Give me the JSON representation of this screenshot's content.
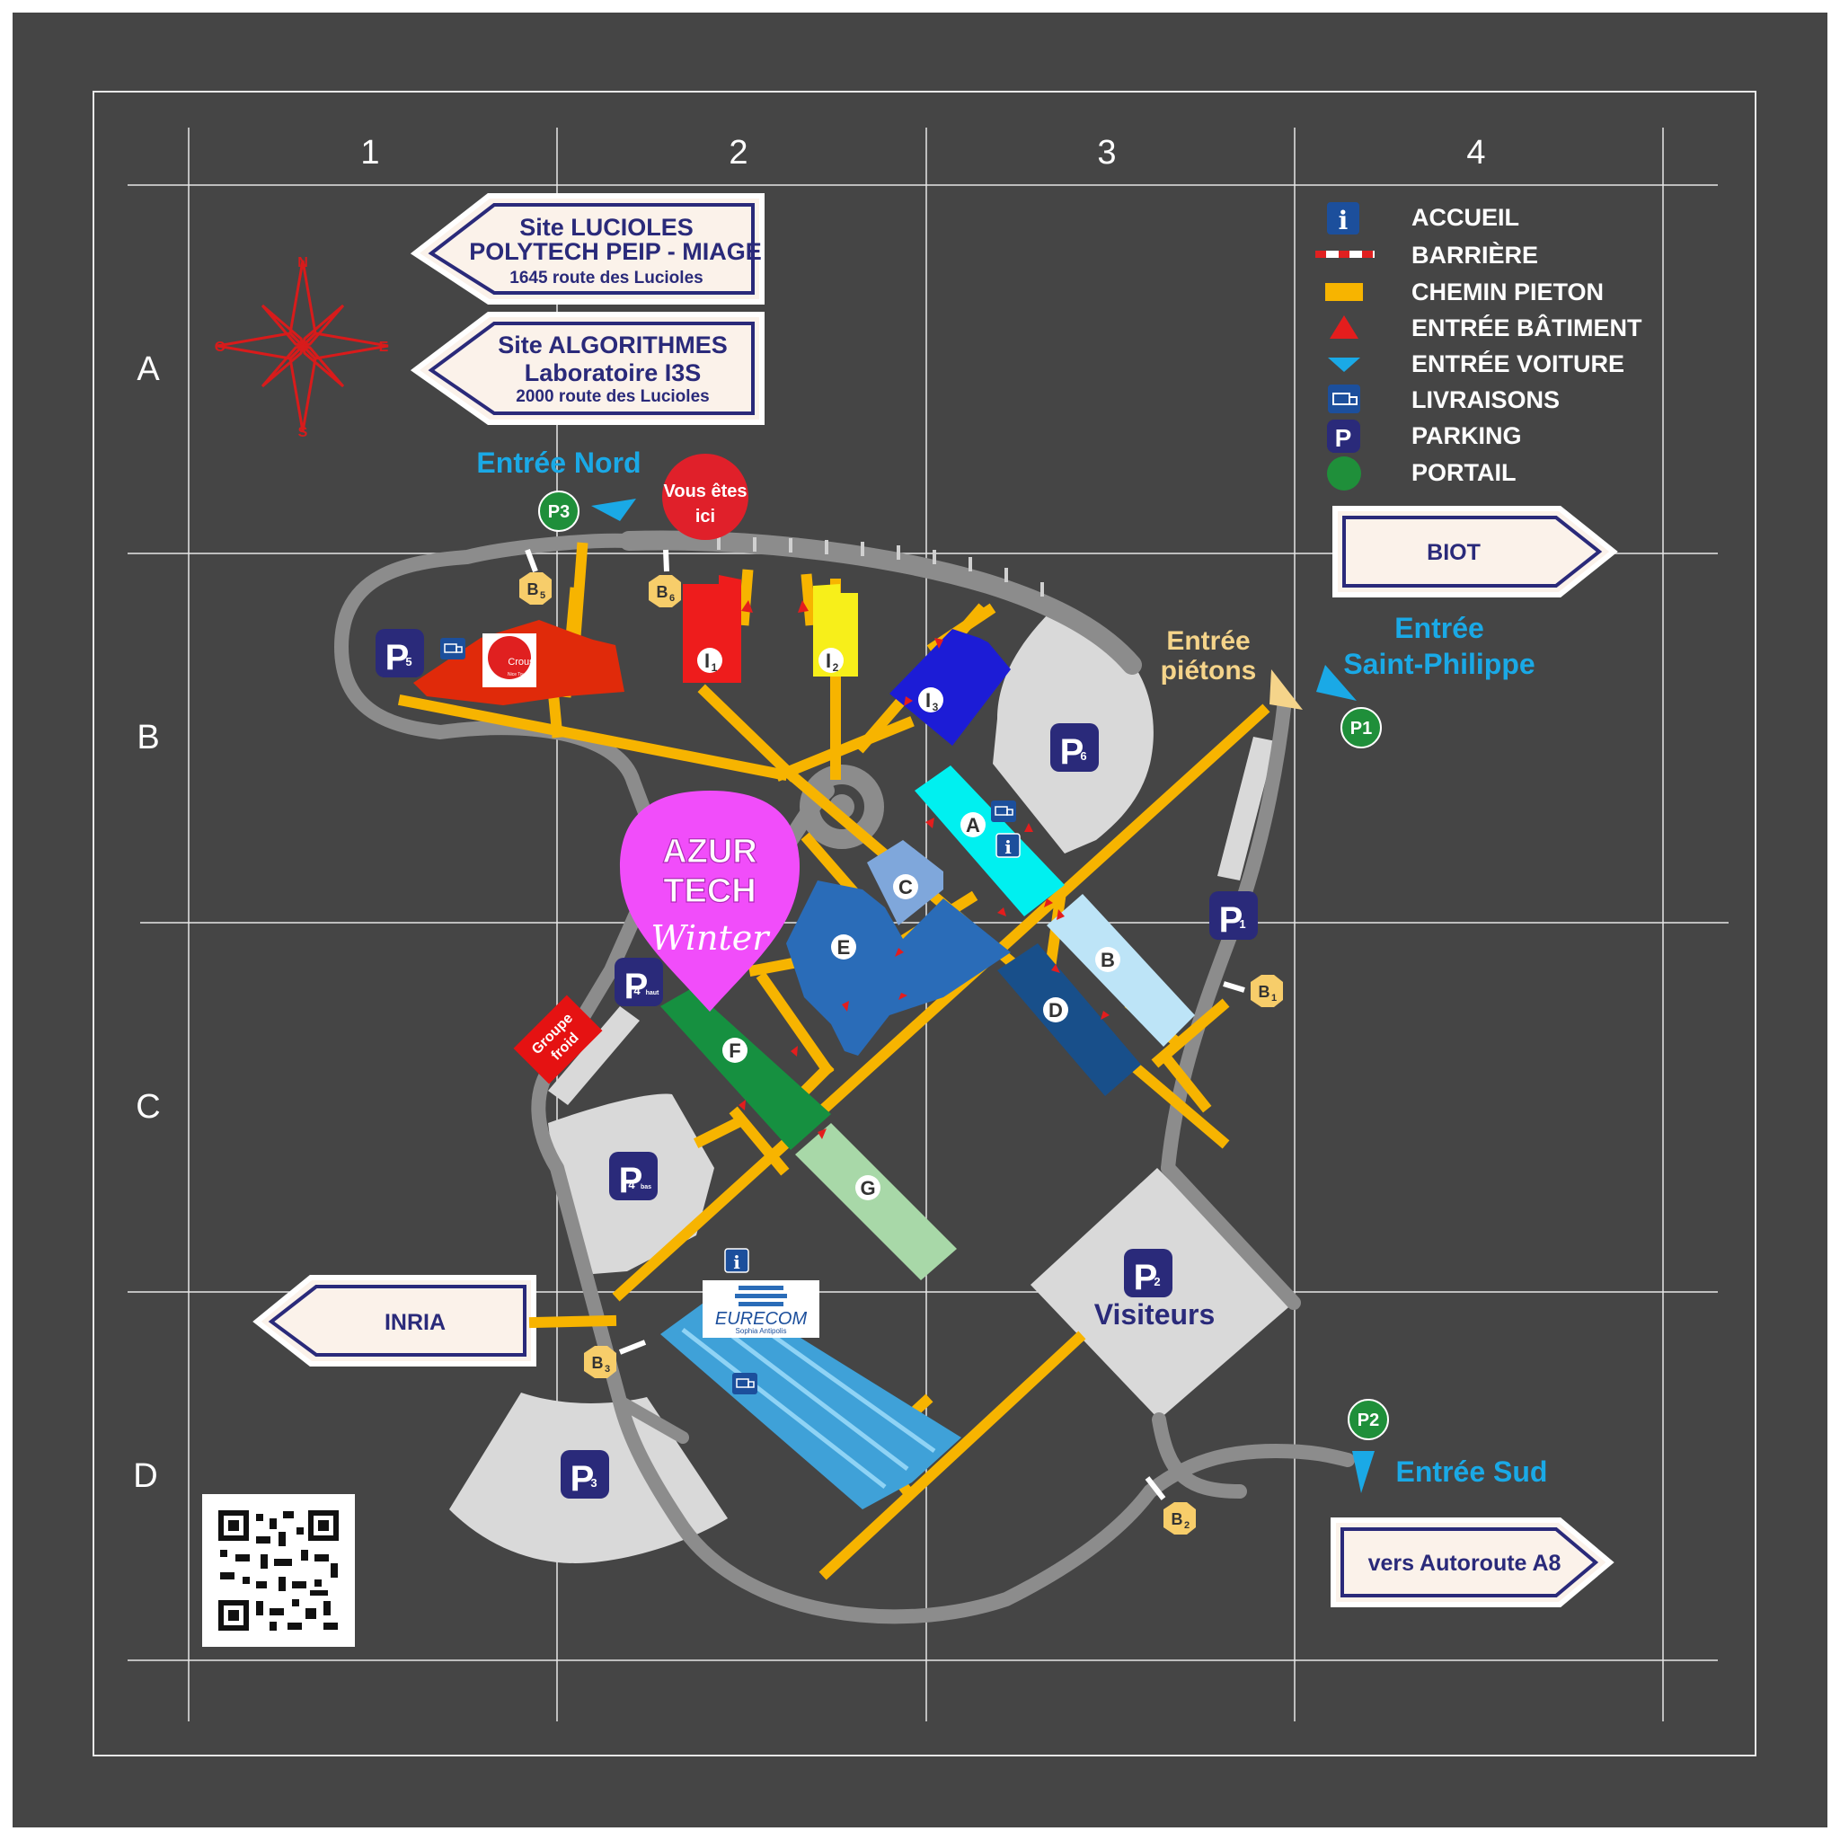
{
  "grid": {
    "columns": [
      "1",
      "2",
      "3",
      "4"
    ],
    "rows": [
      "A",
      "B",
      "C",
      "D"
    ]
  },
  "compass": {
    "n": "N",
    "s": "S",
    "e": "E",
    "w": "O"
  },
  "signs": {
    "lucioles": {
      "line1": "Site  LUCIOLES",
      "line2": "POLYTECH PEIP - MIAGE",
      "line3": "1645 route des Lucioles"
    },
    "algorithmes": {
      "line1": "Site ALGORITHMES",
      "line2": "Laboratoire I3S",
      "line3": "2000 route des Lucioles"
    },
    "biot": "BIOT",
    "inria": "INRIA",
    "autoroute": "vers  Autoroute A8"
  },
  "legend": [
    {
      "icon": "info-icon",
      "label": "ACCUEIL"
    },
    {
      "icon": "barrier-icon",
      "label": "BARRIÈRE"
    },
    {
      "icon": "pedestrian-path-icon",
      "label": "CHEMIN PIETON"
    },
    {
      "icon": "building-entrance-icon",
      "label": "ENTRÉE BÂTIMENT"
    },
    {
      "icon": "car-entrance-icon",
      "label": "ENTRÉE VOITURE"
    },
    {
      "icon": "delivery-icon",
      "label": "LIVRAISONS"
    },
    {
      "icon": "parking-icon",
      "label": "PARKING"
    },
    {
      "icon": "gate-icon",
      "label": "PORTAIL"
    }
  ],
  "entrances": {
    "nord": "Entrée Nord",
    "pietons_1": "Entrée",
    "pietons_2": "piétons",
    "saint_philippe_1": "Entrée",
    "saint_philippe_2": "Saint-Philippe",
    "sud": "Entrée Sud"
  },
  "you_are_here": {
    "line1": "Vous êtes",
    "line2": "ici"
  },
  "gates": [
    "P1",
    "P2",
    "P3"
  ],
  "barriers": {
    "b1": "B",
    "b1_sub": "1",
    "b2": "B",
    "b2_sub": "2",
    "b3": "B",
    "b3_sub": "3",
    "b5": "B",
    "b5_sub": "5",
    "b6": "B",
    "b6_sub": "6"
  },
  "parkings": {
    "p": "P",
    "p1_sub": "1",
    "p2_sub": "2",
    "p3_sub": "3",
    "p4bas_sub": "4",
    "p4bas_extra": "bas",
    "p4haut_sub": "4",
    "p4haut_extra": "haut",
    "p5_sub": "5",
    "p6_sub": "6",
    "visiteurs": "Visiteurs"
  },
  "buildings": {
    "a": "A",
    "b": "B",
    "c": "C",
    "d": "D",
    "e": "E",
    "f": "F",
    "g": "G",
    "i": "I",
    "i1_sub": "1",
    "i2_sub": "2",
    "i3_sub": "3"
  },
  "crous": {
    "name": "Crous",
    "sub": "Nice Toulon"
  },
  "groupe_froid": {
    "line1": "Groupe",
    "line2": "froid"
  },
  "event": {
    "line1": "AZUR",
    "line2": "TECH",
    "line3": "Winter"
  },
  "eurecom": {
    "name": "EURECOM",
    "sub": "Sophia Antipolis"
  },
  "colors": {
    "background": "#454545",
    "path": "#f7b400",
    "road": "#8c8c8c",
    "parking_area": "#d9d9d9",
    "entrance_blue": "#1aa9e6",
    "gate_green": "#1f8f3a",
    "navy": "#2a2a7a",
    "event_pink": "#f14dfa"
  }
}
